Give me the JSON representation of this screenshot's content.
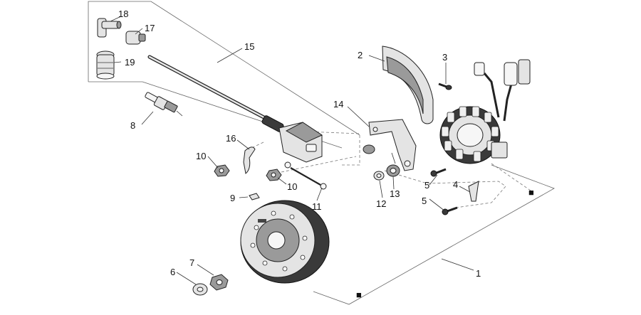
{
  "diagram": {
    "callouts": [
      "1",
      "2",
      "3",
      "4",
      "5",
      "5",
      "6",
      "7",
      "8",
      "9",
      "10",
      "10",
      "11",
      "12",
      "13",
      "14",
      "15",
      "16",
      "17",
      "18",
      "19"
    ],
    "markers": [
      "■",
      "■"
    ]
  }
}
